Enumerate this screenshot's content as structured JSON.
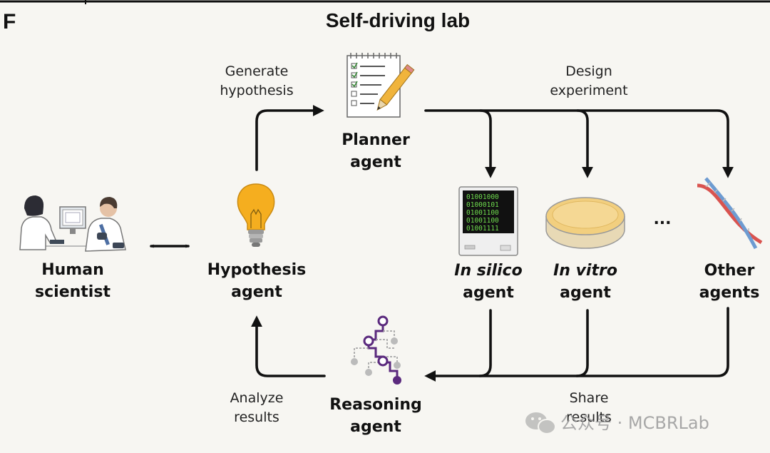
{
  "panel_letter": "F",
  "title": "Self-driving lab",
  "nodes": {
    "human": [
      "Human",
      "scientist"
    ],
    "hypothesis": [
      "Hypothesis",
      "agent"
    ],
    "planner": [
      "Planner",
      "agent"
    ],
    "in_silico": [
      "In silico",
      "agent"
    ],
    "in_vitro": [
      "In vitro",
      "agent"
    ],
    "other": [
      "Other",
      "agents"
    ],
    "reasoning": [
      "Reasoning",
      "agent"
    ]
  },
  "ellipsis": "...",
  "edge_labels": {
    "generate": [
      "Generate",
      "hypothesis"
    ],
    "design": [
      "Design",
      "experiment"
    ],
    "analyze": [
      "Analyze",
      "results"
    ],
    "share": [
      "Share",
      "results"
    ]
  },
  "binary_lines": [
    "01001000",
    "01000101",
    "01001100",
    "01001100",
    "01001111"
  ],
  "watermark": "公众号 · MCBRLab",
  "icons": {
    "human": "scientists-icon",
    "hypothesis": "lightbulb-icon",
    "planner": "checklist-notepad-icon",
    "in_silico": "computer-icon",
    "in_vitro": "petri-dish-icon",
    "other": "dna-helix-icon",
    "reasoning": "decision-tree-icon",
    "watermark": "wechat-icon"
  },
  "colors": {
    "background": "#f7f6f2",
    "bulb": "#f5ae1f",
    "pencil": "#f0b43c",
    "dish": "#f2cf7f",
    "tree": "#5b2a7e",
    "dna_red": "#d9534f",
    "dna_blue": "#6d9bd1",
    "screen_text": "#6fdc4e"
  }
}
